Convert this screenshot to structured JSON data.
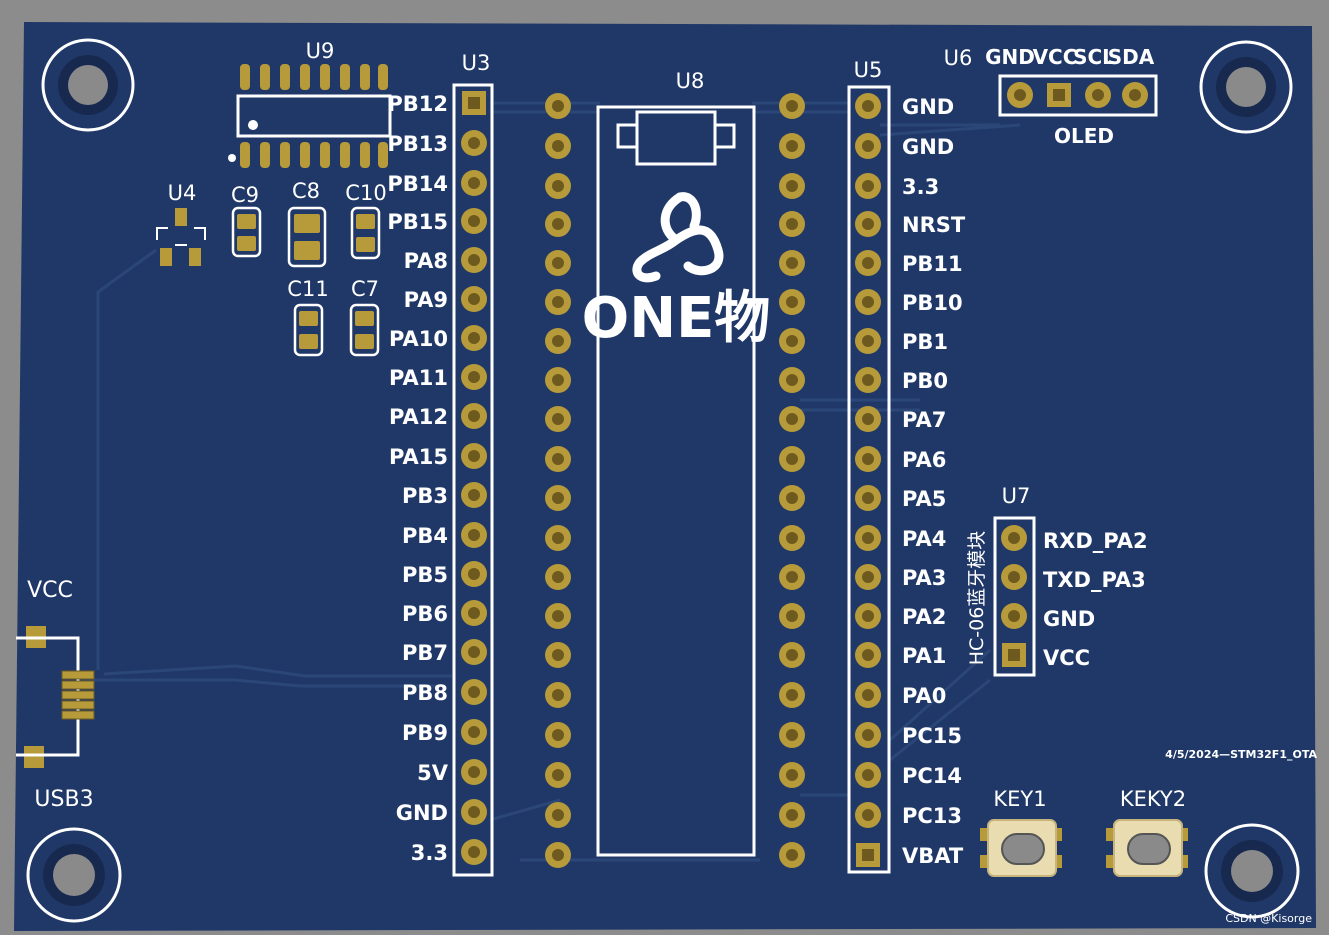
{
  "colors": {
    "board": "#203868",
    "board_edge": "#18305c",
    "trace": "#2a4778",
    "silk": "#ffffff",
    "pad_gold": "#b79a3a",
    "pad_dark": "#6e5a1f",
    "button_body": "#e8dcb0",
    "button_face": "#8a8a8a",
    "background": "#8c8c8c"
  },
  "designators": {
    "u3": "U3",
    "u5": "U5",
    "u6": "U6",
    "u7": "U7",
    "u8": "U8",
    "u9": "U9",
    "u4": "U4",
    "c7": "C7",
    "c8": "C8",
    "c9": "C9",
    "c10": "C10",
    "c11": "C11",
    "usb3": "USB3",
    "key1": "KEY1",
    "key2": "KEKY2"
  },
  "left_header_pins": [
    "PB12",
    "PB13",
    "PB14",
    "PB15",
    "PA8",
    "PA9",
    "PA10",
    "PA11",
    "PA12",
    "PA15",
    "PB3",
    "PB4",
    "PB5",
    "PB6",
    "PB7",
    "PB8",
    "PB9",
    "5V",
    "GND",
    "3.3"
  ],
  "right_header_pins": [
    "GND",
    "GND",
    "3.3",
    "NRST",
    "PB11",
    "PB10",
    "PB1",
    "PB0",
    "PA7",
    "PA6",
    "PA5",
    "PA4",
    "PA3",
    "PA2",
    "PA1",
    "PA0",
    "PC15",
    "PC14",
    "PC13",
    "VBAT"
  ],
  "oled": {
    "pins": [
      "GND",
      "VCC",
      "SCL",
      "SDA"
    ],
    "label": "OLED"
  },
  "bluetooth": {
    "pins": [
      "RXD_PA2",
      "TXD_PA3",
      "GND",
      "VCC"
    ],
    "label": "HC-06蓝牙模块"
  },
  "usb_vcc_label": "VCC",
  "logo_text": "ONE物",
  "board_note": "4/5/2024—STM32F1_OTA",
  "watermark": "CSDN @Kisorge"
}
